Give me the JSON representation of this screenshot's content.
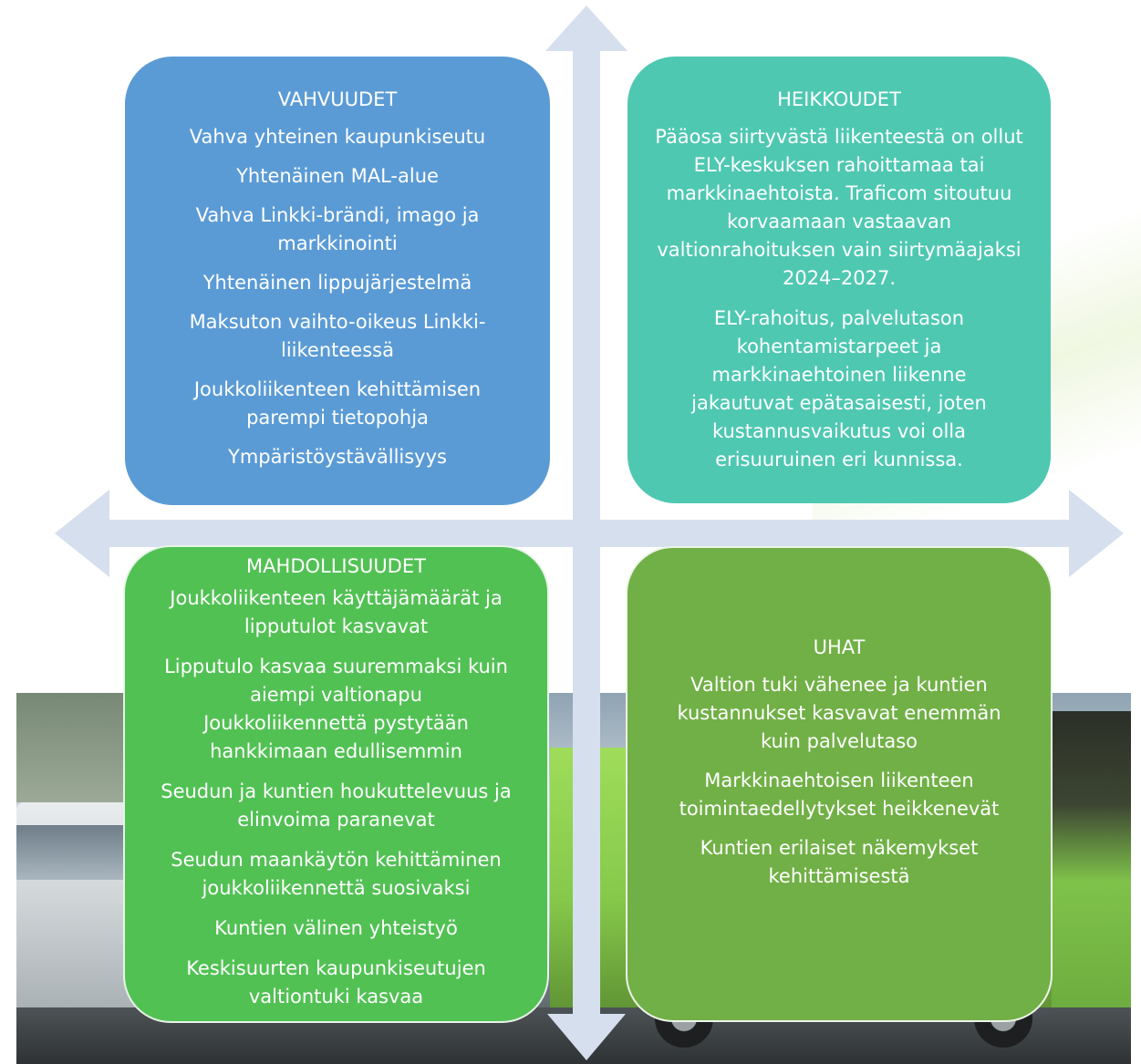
{
  "quadrants": {
    "strengths": {
      "title": "VAHVUUDET",
      "items": [
        "Vahva yhteinen kaupunkiseutu",
        "Yhtenäinen MAL-alue",
        "Vahva Linkki-brändi, imago ja markkinointi",
        "Yhtenäinen lippujärjestelmä",
        "Maksuton vaihto-oikeus Linkki-liikenteessä",
        "Joukkoliikenteen kehittämisen parempi tietopohja",
        "Ympäristöystävällisyys"
      ]
    },
    "weaknesses": {
      "title": "HEIKKOUDET",
      "items": [
        "Pääosa siirtyvästä liikenteestä on ollut ELY-keskuksen rahoittamaa tai markkinaehtoista. Traficom sitoutuu korvaamaan vastaavan valtionrahoituksen vain siirtymäajaksi 2024–2027.",
        "ELY-rahoitus, palvelutason kohentamistarpeet ja markkinaehtoinen liikenne jakautuvat epätasaisesti, joten kustannusvaikutus voi olla erisuuruinen eri kunnissa."
      ]
    },
    "opportunities": {
      "title": "MAHDOLLISUUDET",
      "items": [
        "Joukkoliikenteen käyttäjämäärät ja lipputulot kasvavat",
        "Lipputulo kasvaa suuremmaksi kuin aiempi valtionapu",
        "Joukkoliikennettä pystytään hankkimaan edullisemmin",
        "Seudun ja kuntien houkuttelevuus ja elinvoima paranevat",
        "Seudun maankäytön kehittäminen joukkoliikennettä suosivaksi",
        "Kuntien välinen yhteistyö",
        "Keskisuurten kaupunkiseutujen valtiontuki kasvaa"
      ]
    },
    "threats": {
      "title": "UHAT",
      "items": [
        "Valtion tuki vähenee ja kuntien kustannukset kasvavat enemmän kuin palvelutaso",
        "Markkinaehtoisen liikenteen toimintaedellytykset heikkenevät",
        "Kuntien erilaiset näkemykset kehittämisestä"
      ]
    }
  },
  "colors": {
    "strengths": "#5b9bd5",
    "weaknesses": "#4fc8b2",
    "opportunities": "#52c154",
    "threats": "#71b046",
    "arrows": "#d6dfee"
  }
}
